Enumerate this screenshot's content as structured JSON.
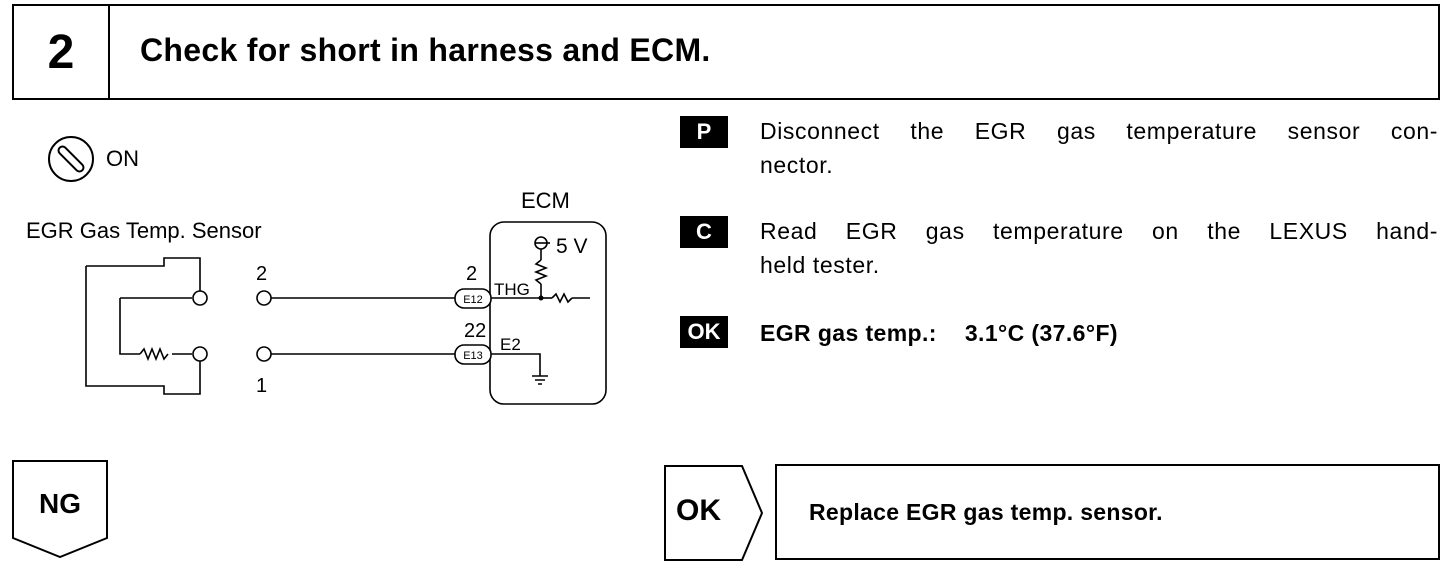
{
  "step": {
    "number": "2",
    "title": "Check for short in harness and ECM."
  },
  "ignition": {
    "icon": "ignition-switch-icon",
    "label": "ON"
  },
  "diagram": {
    "sensor_label": "EGR Gas Temp. Sensor",
    "ecm_label": "ECM",
    "sensor_pin_top": "2",
    "sensor_pin_bottom": "1",
    "ecm_pin_top": "2",
    "ecm_pin_bottom": "22",
    "connector_top": "E12",
    "connector_bottom": "E13",
    "signal_top": "THG",
    "signal_bottom": "E2",
    "supply": "5 V"
  },
  "instructions": [
    {
      "badge": "P",
      "line1": "Disconnect the EGR gas temperature sensor con-",
      "line2": "nector."
    },
    {
      "badge": "C",
      "line1": "Read EGR gas temperature on the LEXUS hand-",
      "line2": "held tester."
    }
  ],
  "ok_check": {
    "badge": "OK",
    "label": "EGR gas temp.:",
    "value": "3.1°C (37.6°F)"
  },
  "ng": {
    "label": "NG"
  },
  "ok_result": {
    "label": "OK",
    "action": "Replace EGR gas temp. sensor."
  }
}
